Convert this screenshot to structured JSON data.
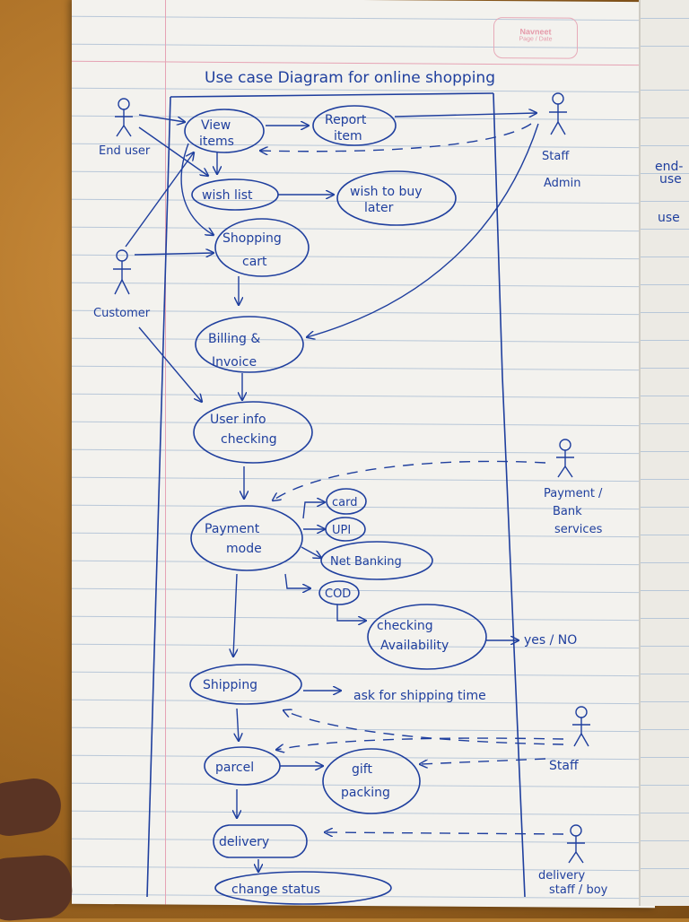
{
  "title": "Use case Diagram for online shopping",
  "notebook_stamp": {
    "brand": "Navneet",
    "sub": "Page / Date"
  },
  "actors": {
    "end_user": "End user",
    "customer": "Customer",
    "staff_admin": [
      "Staff",
      "Admin"
    ],
    "payment_bank": [
      "Payment /",
      "Bank",
      "services"
    ],
    "staff": "Staff",
    "delivery": [
      "delivery",
      "staff / boy"
    ]
  },
  "use_cases": {
    "view_items": [
      "View",
      "items"
    ],
    "report_item": [
      "Report",
      "item"
    ],
    "wish_list": "wish list",
    "wish_to_buy_later": [
      "wish to buy",
      "later"
    ],
    "shopping_cart": [
      "Shopping",
      "cart"
    ],
    "billing_invoice": [
      "Billing &",
      "Invoice"
    ],
    "user_info_checking": [
      "User info",
      "checking"
    ],
    "payment_mode": [
      "Payment",
      "mode"
    ],
    "card": "card",
    "upi": "UPI",
    "net_banking": "Net Banking",
    "cod": "COD",
    "checking_availability": [
      "checking",
      "Availability"
    ],
    "yes_no": "yes / NO",
    "shipping": "Shipping",
    "ask_shipping_time": "ask for shipping time",
    "parcel": "parcel",
    "gift_packing": [
      "gift",
      "packing"
    ],
    "delivery": "delivery",
    "change_status": "change status"
  },
  "right_page_scribbles": [
    "end-",
    "use",
    "use"
  ],
  "colors": {
    "ink": "#1f3f9e",
    "paper": "#f3f2ee",
    "rule": "#b8c7d8",
    "margin": "#e6a3b4"
  }
}
